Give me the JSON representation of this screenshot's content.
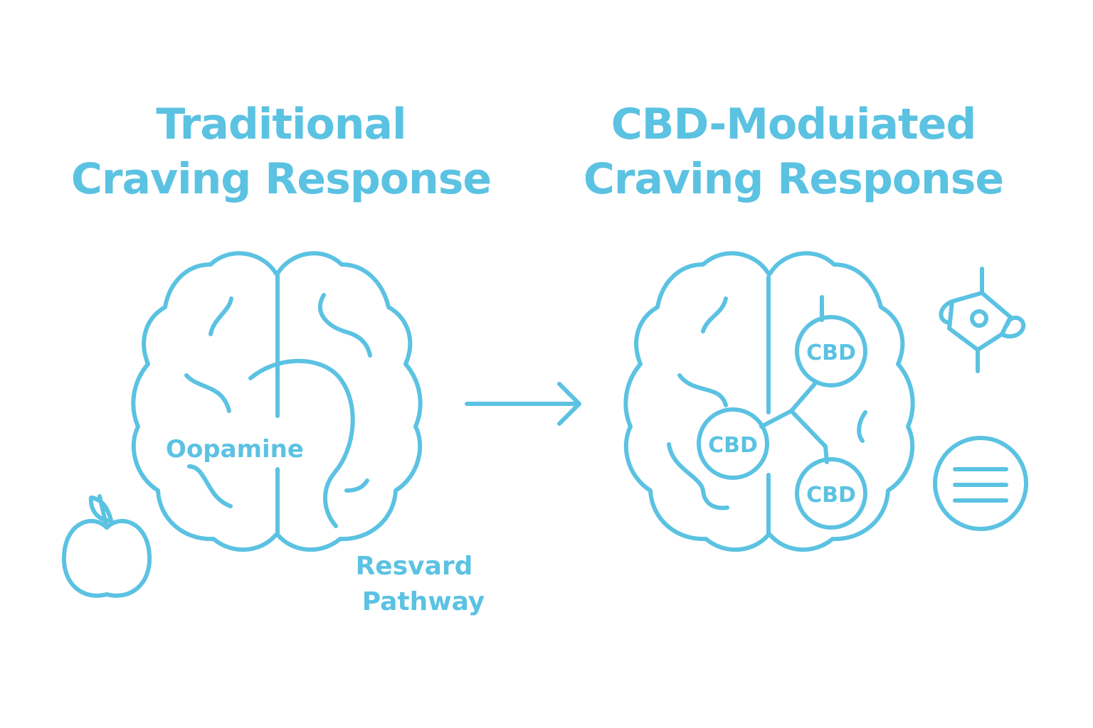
{
  "colors": {
    "accent": "#5BC2E2",
    "background": "#FFFFFF"
  },
  "left_panel": {
    "title_line1": "Traditional",
    "title_line2": "Craving Response",
    "dopamine_label": "Oopamine",
    "reward_label_line1": "Resvard",
    "reward_label_line2": "Pathway",
    "stimulus_icon": "apple-icon"
  },
  "transition_icon": "arrow-right-icon",
  "right_panel": {
    "title_line1": "CBD-Moduiated",
    "title_line2": "Craving Response",
    "nodes": [
      {
        "label": "CBD"
      },
      {
        "label": "CBD"
      },
      {
        "label": "CBD"
      }
    ],
    "side_icons": [
      "molecule-icon",
      "menu-lines-icon"
    ]
  }
}
